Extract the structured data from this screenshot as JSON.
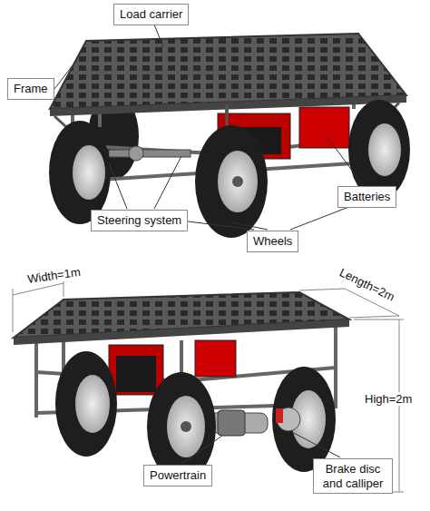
{
  "diagram": {
    "nodes": [
      {
        "text": [
          "Load carrier"
        ]
      },
      {
        "text": [
          "Frame"
        ]
      },
      {
        "text": [
          "Batteries"
        ]
      },
      {
        "text": [
          "Steering system"
        ]
      },
      {
        "text": [
          "Wheels"
        ]
      },
      {
        "text": [
          "Powertrain"
        ]
      },
      {
        "text": [
          "Brake disc and calliper"
        ]
      }
    ],
    "labels": [
      "Width=1m",
      "Length=2m",
      "High=2m"
    ]
  }
}
